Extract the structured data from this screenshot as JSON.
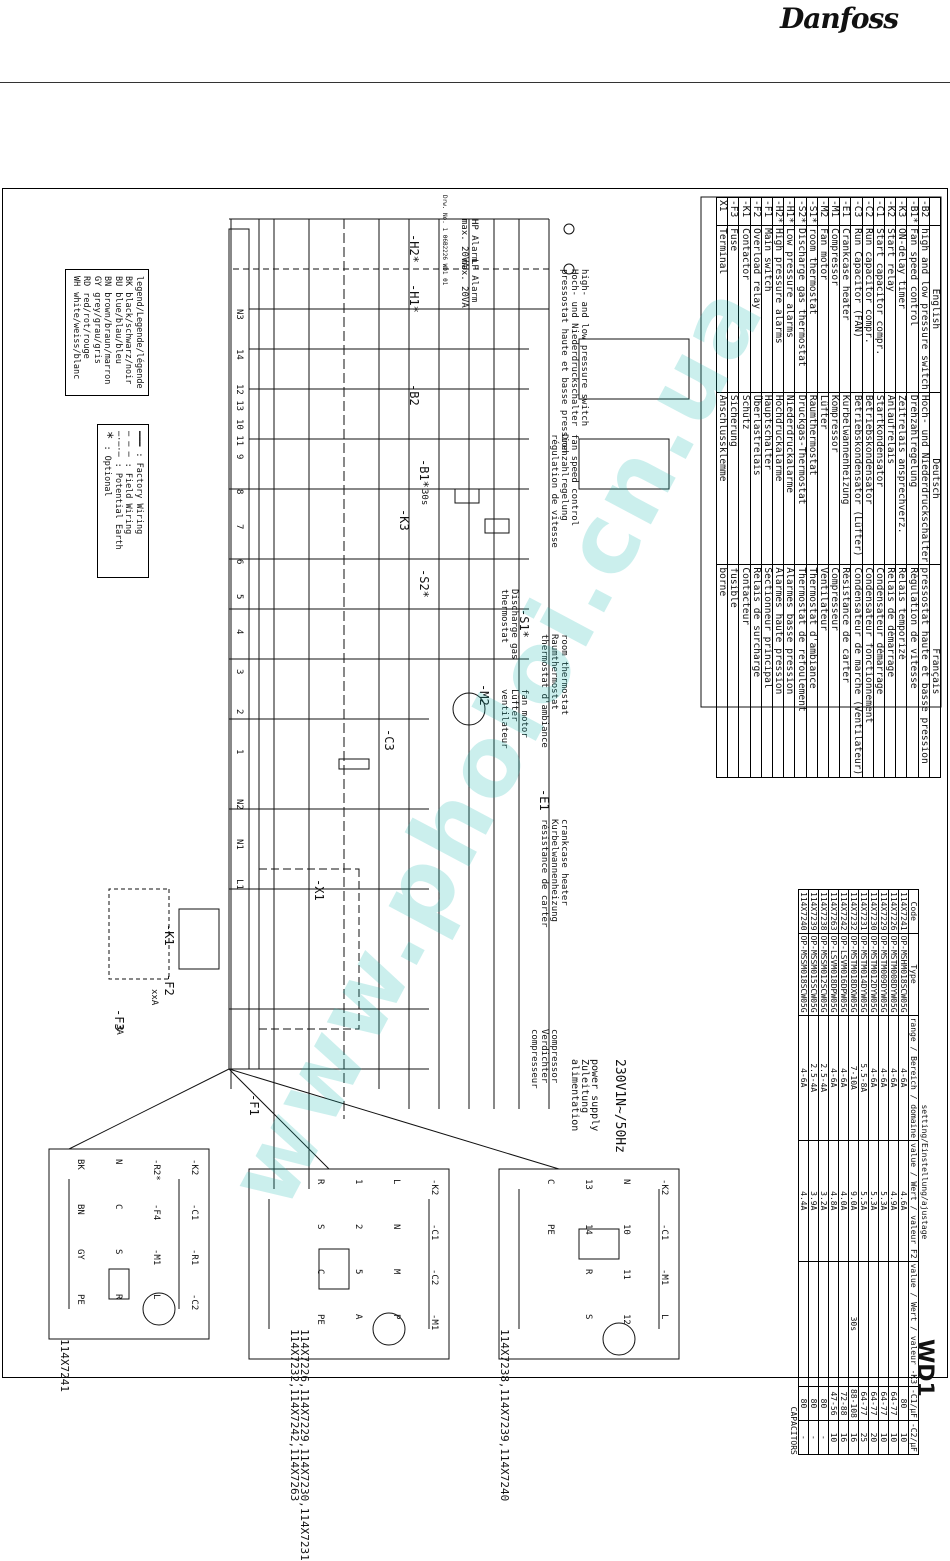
{
  "brand": {
    "logo_text": "Danfoss"
  },
  "drawing_number": "Drw. No. 1 06B2226 WD1 01",
  "page_code": "WD1",
  "legend": {
    "title": "legend/Legende/légende",
    "entries": [
      {
        "code": "BK",
        "text": "black/schwarz/noir"
      },
      {
        "code": "BU",
        "text": "blue/blau/bleu"
      },
      {
        "code": "BN",
        "text": "brown/braun/marron"
      },
      {
        "code": "GY",
        "text": "grey/grau/gris"
      },
      {
        "code": "RD",
        "text": "red/rot/rouge"
      },
      {
        "code": "WH",
        "text": "white/weiss/blanc"
      }
    ]
  },
  "line_legend": {
    "factory": ": Factory Wiring",
    "field": ": Field Wiring",
    "earth": ": Potential Earth",
    "optional": ": Optional",
    "star": "*"
  },
  "supply": {
    "label1": "power supply",
    "label2": "Zuleitung",
    "label3": "alimentation",
    "voltage": "230V1N~/50Hz",
    "terminals": [
      "L",
      "N",
      "PE"
    ]
  },
  "components": {
    "K1": "-K1",
    "F2": "-F2",
    "F2_sub": "xxA",
    "F3": "-F3",
    "F3_rating": "3A",
    "F1": "-F1",
    "X1": "-X1",
    "E1": "-E1",
    "C3": "-C3",
    "M2": "-M2",
    "S1": "-S1*",
    "S2": "-S2*",
    "K3": "-K3",
    "K3_delay": "30s",
    "B1": "-B1*",
    "B2": "-B2",
    "H1": "-H1*",
    "H2": "-H2*",
    "compressor": [
      "compressor",
      "Verdichter",
      "compresseur"
    ],
    "crankcase": [
      "crankcase heater",
      "Kurbelwannenheizung",
      "résistance de carter"
    ],
    "fan": [
      "fan motor",
      "Lüfter",
      "ventilateur"
    ],
    "room": [
      "room thermostat",
      "Raumthermostat",
      "thermostat d'ambiance"
    ],
    "discharge": [
      "Discharge gas",
      "thermostat"
    ],
    "speed": [
      "fan speed control",
      "Drehzahlregelung",
      "régulation de vitesse"
    ],
    "hlp": [
      "high- and low pressure switch",
      "Hoch- und Niederdruckschalter",
      "pressostat haute et basse pression"
    ],
    "lp_alarm": [
      "LP Alarm",
      "max. 20VA"
    ],
    "hp_alarm": [
      "HP Alarm",
      "max. 20VA"
    ],
    "terminal_numbers": [
      "L1",
      "N1",
      "N2",
      "1",
      "2",
      "3",
      "4",
      "5",
      "6",
      "7",
      "8",
      "9",
      "10 11",
      "12 13",
      "14",
      "N3"
    ]
  },
  "settings_table": {
    "caption": "setting/Einstellung/ajustage",
    "headers": [
      "Code",
      "Type",
      "range / Bereich / domaine",
      "value / Wert / valeur F2",
      "value / Wert / valeur -K3",
      "-C1/µF",
      "-C2/µF"
    ],
    "cap_header": "CAPACITORS",
    "rows": [
      [
        "114X7241",
        "OP-MSHM018SCW05G",
        "4-6A",
        "4.6A",
        "",
        "80",
        "10"
      ],
      [
        "114X7226",
        "OP-MSTM008DYW05G",
        "4-6A",
        "4.9A",
        "",
        "64-77",
        "10"
      ],
      [
        "114X7229",
        "OP-MSTM009DYW05G",
        "4-6A",
        "5.3A",
        "",
        "64-77",
        "10"
      ],
      [
        "114X7230",
        "OP-MSTM012DYW05G",
        "4-6A",
        "5.3A",
        "",
        "64-77",
        "20"
      ],
      [
        "114X7231",
        "OP-MSTM014DYW05G",
        "5.5-8A",
        "5.5A",
        "",
        "64-77",
        "25"
      ],
      [
        "114X7232",
        "OP-MSTM018DXW05G",
        "7-10A",
        "9.0A",
        "30s",
        "88-108",
        "16"
      ],
      [
        "114X7242",
        "OP-LSVM016DPW05G",
        "4-6A",
        "4.0A",
        "",
        "72-88",
        "16"
      ],
      [
        "114X7263",
        "OP-LSVM018DPW05G",
        "4-6A",
        "4.8A",
        "",
        "47-56",
        "10"
      ],
      [
        "114X7238",
        "OP-MSSM012SCW05G",
        "2.5-4A",
        "3.2A",
        "",
        "80",
        "-"
      ],
      [
        "114X7239",
        "OP-MSSM015SCW05G",
        "2.5-4A",
        "3.9A",
        "",
        "80",
        "-"
      ],
      [
        "114X7240",
        "OP-MSSM018SCW05G",
        "4-6A",
        "4.4A",
        "",
        "80",
        "-"
      ]
    ]
  },
  "parts_table": {
    "headers": [
      "",
      "English",
      "Deutsch",
      "Français"
    ],
    "rows": [
      [
        "-B2",
        "high and low pressure switch",
        "Hoch- und Niederdruckschalter",
        "pressostat haute et basse pression"
      ],
      [
        "-B1*",
        "Fan speed control",
        "Drehzahlregelung",
        "Régulation de vitesse"
      ],
      [
        "-K3",
        "ON-delay timer",
        "Zeitrelais ansprechverz.",
        "Relais temporizé"
      ],
      [
        "-K2",
        "Start relay",
        "Anlaufrelais",
        "Relais de démarrage"
      ],
      [
        "-C1",
        "Start capacitor compr.",
        "Startkondensator",
        "Condensateur démarrage"
      ],
      [
        "-C2",
        "Run capacitor compr.",
        "Betriebskondensator",
        "Condensateur fonctionnement"
      ],
      [
        "-C3",
        "Run Capacitor (FAN)",
        "Betriebskondensator (Lüfter)",
        "Condensateur de marche (Ventilateur)"
      ],
      [
        "-E1",
        "Crankcase heater",
        "Kurbelwannenheizung",
        "Résistance de carter"
      ],
      [
        "-M1",
        "Compressor",
        "Kompressor",
        "Compresseur"
      ],
      [
        "-M2",
        "Fan motor",
        "Lüfter",
        "Ventilateur"
      ],
      [
        "-S1*",
        "room thermostat",
        "Raumthermostat",
        "Thermostat d'ambiance"
      ],
      [
        "-S2*",
        "Discharge gas thermostat",
        "Druckgas-Thermostat",
        "Thermostat de refoulement"
      ],
      [
        "-H1*",
        "Low pressure alarms",
        "Niederdruckalarme",
        "Alarmes basse pression"
      ],
      [
        "-H2*",
        "High pressure alarms",
        "Hochdruckalarme",
        "Alarmes haute pression"
      ],
      [
        "-F1",
        "Main switch",
        "Hauptschalter",
        "Sectionneur principal"
      ],
      [
        "-F2",
        "Overload relay",
        "Überlastrelais",
        "Relais de surcharge"
      ],
      [
        "-K1",
        "Contactor",
        "Schütz",
        "Contacteur"
      ],
      [
        "-F3",
        "Fuse",
        "Sicherung",
        "fusible"
      ],
      [
        "X1",
        "Terminal",
        "Anschlussklemme",
        "borne"
      ]
    ]
  },
  "start_circuits": [
    {
      "title": "114X7241",
      "parts": [
        "-K2",
        "-C1",
        "-R1",
        "-C2",
        "-R2*",
        "-F4",
        "-M1",
        "L",
        "N",
        "C",
        "S",
        "R",
        "BK",
        "BN",
        "GY",
        "PE"
      ]
    },
    {
      "title": "114X7226,114X7229,114X7230,114X7231 114X7232,114X7242,114X7263",
      "parts": [
        "-K2",
        "-C1",
        "-C2",
        "-M1",
        "L",
        "N",
        "M",
        "P",
        "1",
        "2",
        "5",
        "A",
        "R",
        "S",
        "C",
        "PE"
      ]
    },
    {
      "title": "114X7238,114X7239,114X7240",
      "parts": [
        "-K2",
        "-C1",
        "-M1",
        "L",
        "N",
        "10",
        "11",
        "12",
        "13",
        "14",
        "R",
        "S",
        "C",
        "PE"
      ]
    }
  ],
  "watermark": "www.pholoi.cn.ua"
}
